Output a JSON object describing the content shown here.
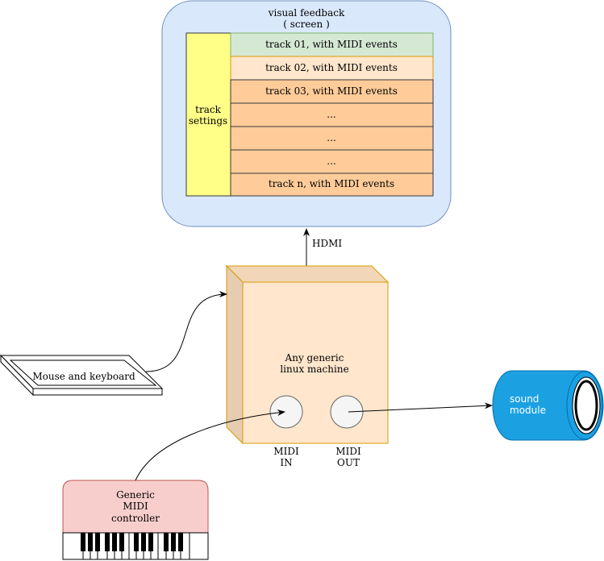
{
  "screen": {
    "title_line1": "visual feedback",
    "title_line2": "( screen )",
    "settings_line1": "track",
    "settings_line2": "settings",
    "tracks": [
      "track 01, with MIDI events",
      "track 02, with MIDI events",
      "track 03, with MIDI events",
      "...",
      "...",
      "...",
      "track  n, with MIDI events"
    ]
  },
  "connection": {
    "hdmi_label": "HDMI"
  },
  "machine": {
    "label_line1": "Any generic",
    "label_line2": "linux machine",
    "midi_in_line1": "MIDI",
    "midi_in_line2": "IN",
    "midi_out_line1": "MIDI",
    "midi_out_line2": "OUT"
  },
  "keyboard": {
    "label": "Mouse and keyboard"
  },
  "controller": {
    "label_line1": "Generic",
    "label_line2": "MIDI",
    "label_line3": "controller"
  },
  "sound_module": {
    "label_line1": "sound",
    "label_line2": "module"
  },
  "colors": {
    "screen_fill": "#dae8fc",
    "screen_stroke": "#6c8ebf",
    "settings_fill": "#ffff88",
    "track_green": "#d5e8d4",
    "track_light_orange": "#ffe6cc",
    "track_orange": "#ffcc99",
    "machine_fill": "#ffe6cc",
    "machine_stroke": "#d79b00",
    "controller_fill": "#f8cecc",
    "controller_stroke": "#b85450",
    "sound_fill": "#1ba1e2",
    "sound_stroke": "#006eaf"
  }
}
